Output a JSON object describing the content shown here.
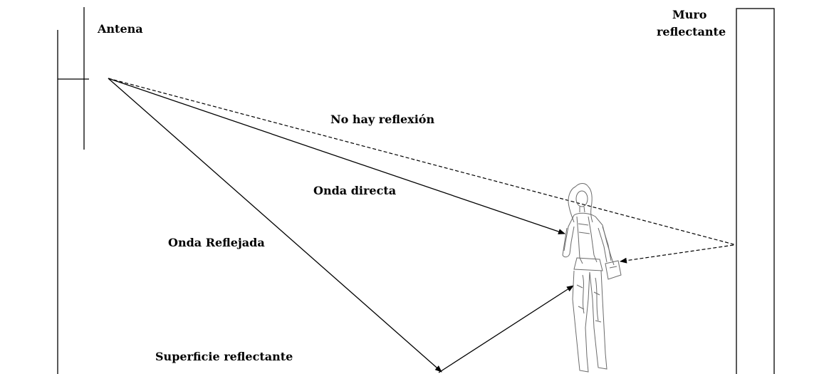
{
  "labels": {
    "antenna": "Antena",
    "wall_line1": "Muro",
    "wall_line2": "reflectante",
    "no_reflection": "No hay reflexión",
    "direct_wave": "Onda directa",
    "reflected_wave": "Onda Reflejada",
    "reflecting_surface": "Superficie reflectante"
  },
  "colors": {
    "ink": "#000000",
    "figure": "#6b6b6b",
    "background": "#ffffff"
  },
  "icons": {
    "person": "person-figure-icon",
    "antenna": "antenna-mast-icon"
  }
}
